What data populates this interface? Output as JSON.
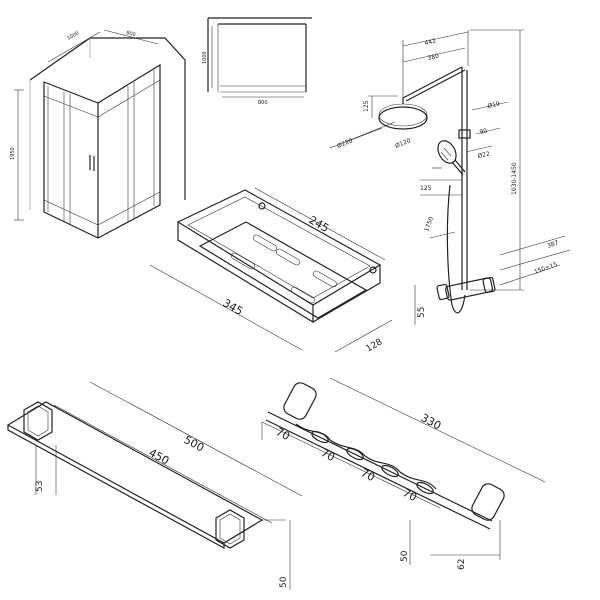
{
  "dimensions": {
    "enclosure": {
      "width": "1000",
      "depth": "800",
      "height": "1950"
    },
    "plan": {
      "side": "1000",
      "bottom": "800"
    },
    "shower_system": {
      "d442": "442",
      "d380": "380",
      "d125a": "125",
      "d220": "Ø220",
      "d120": "Ø120",
      "d19": "Ø19",
      "d90": "90",
      "d22": "Ø22",
      "d125b": "125",
      "range": "1030-1450",
      "hose": "1750",
      "d387": "387",
      "d150": "150±15"
    },
    "basket": {
      "inner_length": "245",
      "length": "345",
      "height": "55",
      "depth": "128"
    },
    "shelf": {
      "length": "500",
      "inner_length": "450",
      "bracket": "53",
      "height": "50"
    },
    "hooks": {
      "length": "330",
      "spacing": [
        "70",
        "70",
        "70",
        "70"
      ],
      "height": "50",
      "depth": "62"
    }
  }
}
